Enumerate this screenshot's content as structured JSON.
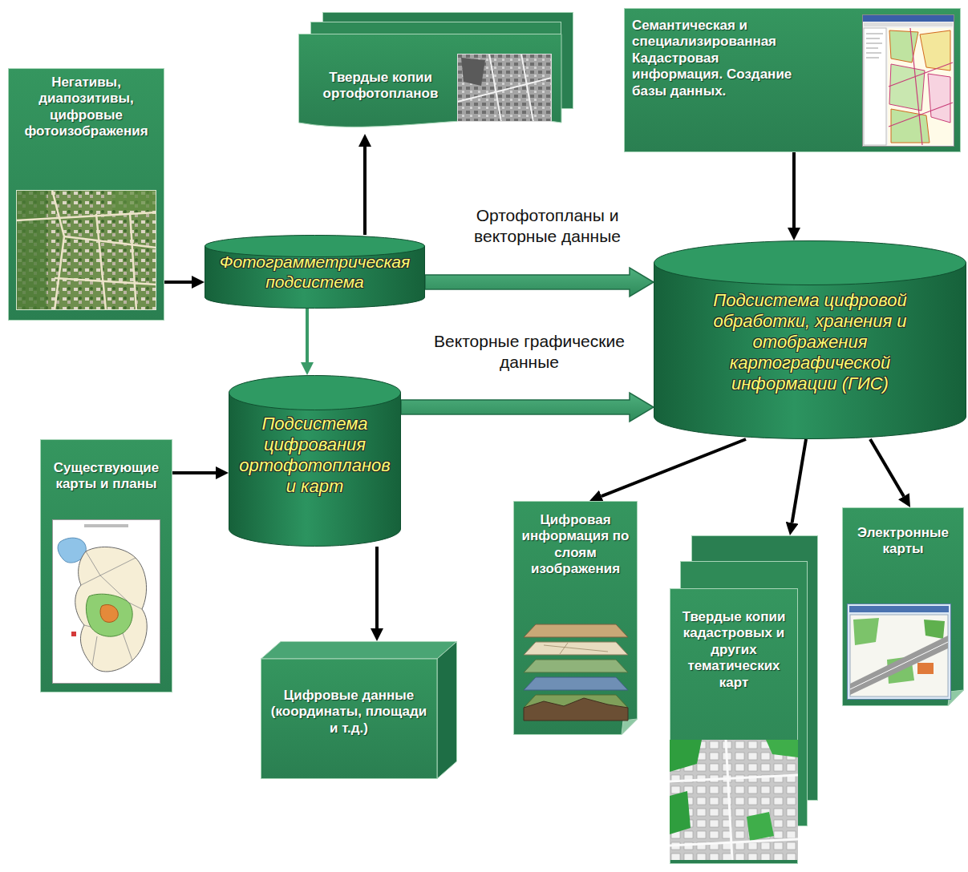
{
  "diagram": {
    "nodes": [
      {
        "text": [
          "Негативы, диапозитивы, цифровые фотоизображения"
        ]
      },
      {
        "text": [
          "Твердые копии ортофотопланов"
        ]
      },
      {
        "text": [
          "Семантическая и специализированная Кадастровая информация. Создание базы данных."
        ]
      },
      {
        "text": [
          "Фотограмметрическая подсистема"
        ]
      },
      {
        "text": [
          "Подсистема цифровой обработки, хранения и отображения картографической информации (ГИС)"
        ]
      },
      {
        "text": [
          "Подсистема цифрования ортофотопланов и карт"
        ]
      },
      {
        "text": [
          "Существующие карты и планы"
        ]
      },
      {
        "text": [
          "Цифровые данные (координаты, площади и т.д.)"
        ]
      },
      {
        "text": [
          "Цифровая информация по слоям изображения"
        ]
      },
      {
        "text": [
          "Твердые копии кадастровых и других тематических карт"
        ]
      },
      {
        "text": [
          "Электронные карты"
        ]
      }
    ],
    "edges": [
      {
        "from": 0,
        "to": 3,
        "arrow": "to"
      },
      {
        "from": 3,
        "to": 1,
        "arrow": "to"
      },
      {
        "from": 2,
        "to": 4,
        "arrow": "to"
      },
      {
        "from": 3,
        "to": 4,
        "label": "Ортофотопланы и векторные данные",
        "arrow": "to"
      },
      {
        "from": 3,
        "to": 5,
        "arrow": "to"
      },
      {
        "from": 5,
        "to": 4,
        "label": "Векторные графические данные",
        "arrow": "to"
      },
      {
        "from": 6,
        "to": 5,
        "arrow": "to"
      },
      {
        "from": 5,
        "to": 7,
        "arrow": "to"
      },
      {
        "from": 4,
        "to": 8,
        "arrow": "to"
      },
      {
        "from": 4,
        "to": 9,
        "arrow": "to"
      },
      {
        "from": 4,
        "to": 10,
        "arrow": "to"
      }
    ]
  }
}
